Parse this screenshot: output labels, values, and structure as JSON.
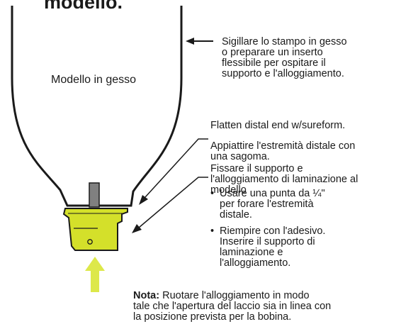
{
  "title": "modello.",
  "mold_label": "Modello in gesso",
  "callouts": {
    "seal": "Sigillare lo stampo in gesso\no preparare un inserto\nflessibile per ospitare il\nsupporto e l'alloggiamento.",
    "flatten_en": "Flatten distal end w/sureform.",
    "flatten_it": "Appiattire l'estremità distale con\nuna sagoma.",
    "fix": "Fissare il supporto e\nl'alloggiamento di laminazione al\nmodello",
    "bullets": [
      "Usare una punta da ¼\"\nper forare l'estremità\ndistale.",
      "Riempire con l'adesivo.\nInserire il supporto di\nlaminazione e\nl'alloggiamento."
    ]
  },
  "note": {
    "label": "Nota:",
    "text": " Ruotare l'alloggiamento in modo\ntale che l'apertura del laccio sia in linea con\nla posizione prevista per la bobina."
  },
  "colors": {
    "housing": "#d4e02a",
    "arrow": "#dde84a",
    "peg": "#808080",
    "outline": "#1a1a1a"
  },
  "icons": [
    "arrow-left-icon",
    "arrow-up-icon"
  ]
}
